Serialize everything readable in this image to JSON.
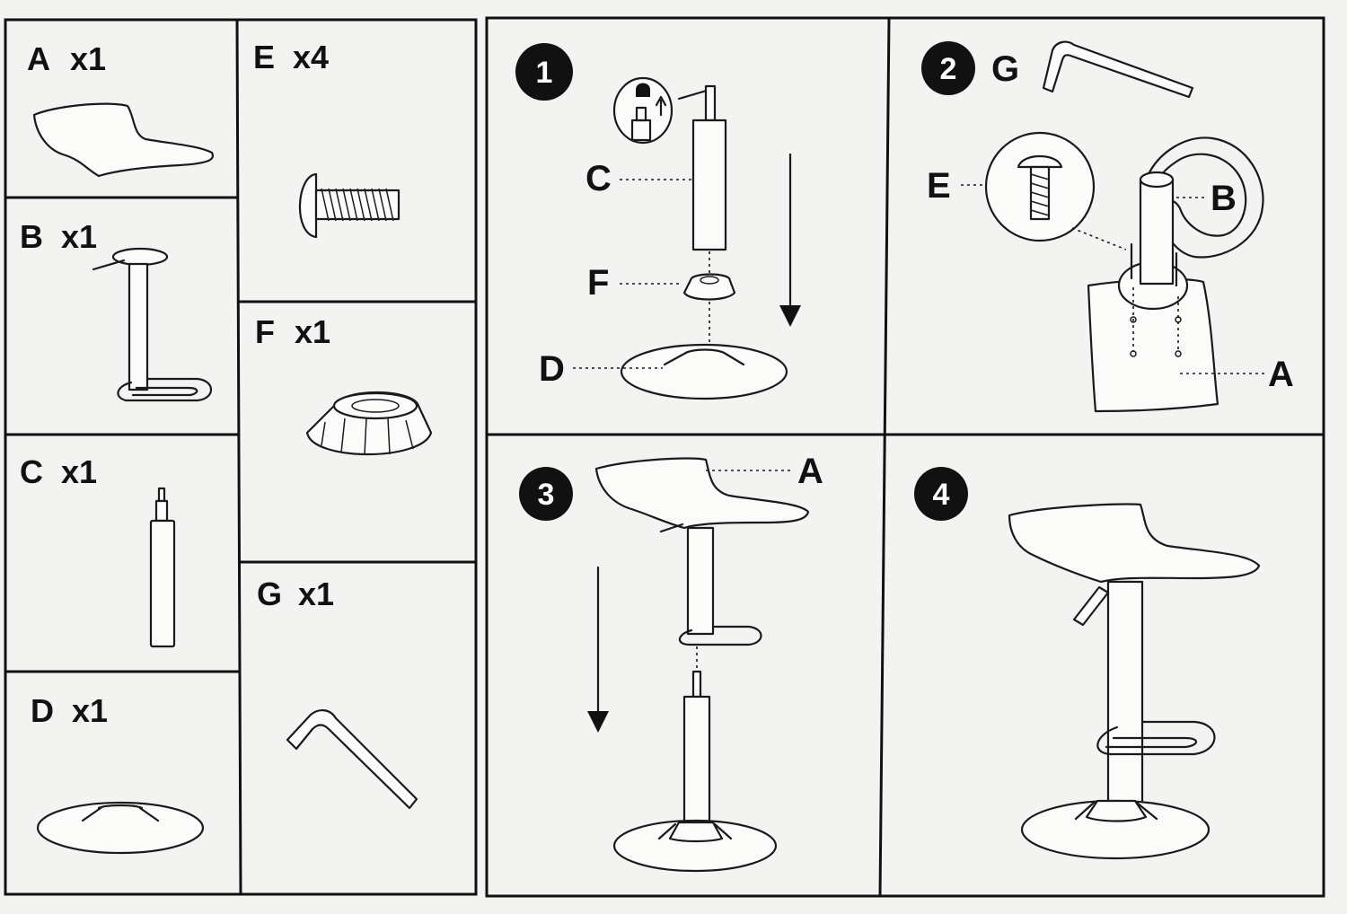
{
  "parts": [
    {
      "letter": "A",
      "qty": "x1"
    },
    {
      "letter": "B",
      "qty": "x1"
    },
    {
      "letter": "C",
      "qty": "x1"
    },
    {
      "letter": "D",
      "qty": "x1"
    },
    {
      "letter": "E",
      "qty": "x4"
    },
    {
      "letter": "F",
      "qty": "x1"
    },
    {
      "letter": "G",
      "qty": "x1"
    }
  ],
  "steps": [
    {
      "number": "1",
      "callouts": [
        "C",
        "F",
        "D"
      ]
    },
    {
      "number": "2",
      "callouts": [
        "G",
        "E",
        "B",
        "A"
      ]
    },
    {
      "number": "3",
      "callouts": [
        "A"
      ]
    },
    {
      "number": "4",
      "callouts": []
    }
  ]
}
